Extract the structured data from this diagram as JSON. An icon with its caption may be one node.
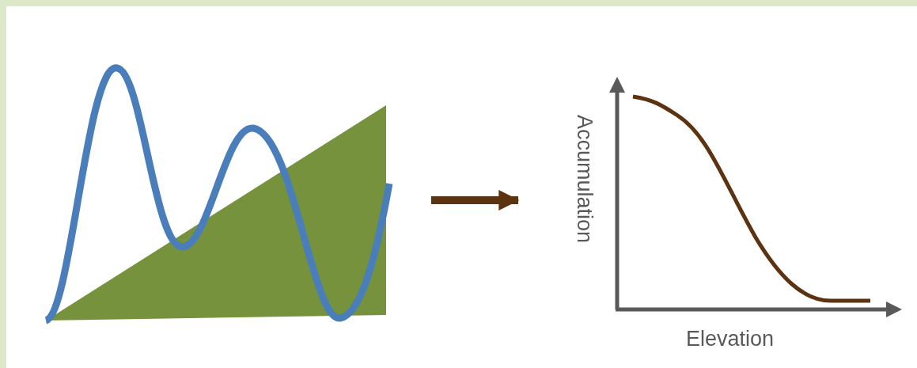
{
  "diagram": {
    "nodes": [
      {
        "text": [],
        "shape": "picture"
      },
      {
        "text": [
          "Accumulation",
          "Elevation"
        ]
      }
    ],
    "edges": [
      {
        "from": 0,
        "to": 1,
        "arrow": "to"
      }
    ]
  }
}
